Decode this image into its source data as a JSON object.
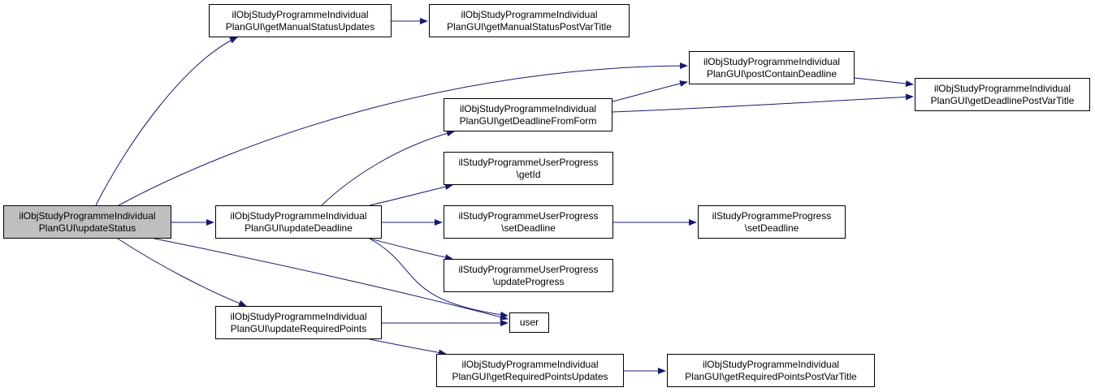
{
  "colors": {
    "edge": "#191970",
    "node_border": "#000000",
    "root_fill": "#bfbfbf",
    "node_fill": "#ffffff"
  },
  "nodes": {
    "root": {
      "line1": "ilObjStudyProgrammeIndividual",
      "line2": "PlanGUI\\updateStatus"
    },
    "gmsu": {
      "line1": "ilObjStudyProgrammeIndividual",
      "line2": "PlanGUI\\getManualStatusUpdates"
    },
    "gmspv": {
      "line1": "ilObjStudyProgrammeIndividual",
      "line2": "PlanGUI\\getManualStatusPostVarTitle"
    },
    "pcd": {
      "line1": "ilObjStudyProgrammeIndividual",
      "line2": "PlanGUI\\postContainDeadline"
    },
    "gdpv": {
      "line1": "ilObjStudyProgrammeIndividual",
      "line2": "PlanGUI\\getDeadlinePostVarTitle"
    },
    "gdff": {
      "line1": "ilObjStudyProgrammeIndividual",
      "line2": "PlanGUI\\getDeadlineFromForm"
    },
    "getid": {
      "line1": "ilStudyProgrammeUserProgress",
      "line2": "\\getId"
    },
    "ud": {
      "line1": "ilObjStudyProgrammeIndividual",
      "line2": "PlanGUI\\updateDeadline"
    },
    "usd": {
      "line1": "ilStudyProgrammeUserProgress",
      "line2": "\\setDeadline"
    },
    "psd": {
      "line1": "ilStudyProgrammeProgress",
      "line2": "\\setDeadline"
    },
    "up": {
      "line1": "ilStudyProgrammeUserProgress",
      "line2": "\\updateProgress"
    },
    "user": {
      "line1": "user"
    },
    "urp": {
      "line1": "ilObjStudyProgrammeIndividual",
      "line2": "PlanGUI\\updateRequiredPoints"
    },
    "grpu": {
      "line1": "ilObjStudyProgrammeIndividual",
      "line2": "PlanGUI\\getRequiredPointsUpdates"
    },
    "grppv": {
      "line1": "ilObjStudyProgrammeIndividual",
      "line2": "PlanGUI\\getRequiredPointsPostVarTitle"
    }
  },
  "edges": [
    {
      "from": "root",
      "to": "gmsu"
    },
    {
      "from": "root",
      "to": "pcd"
    },
    {
      "from": "root",
      "to": "ud"
    },
    {
      "from": "root",
      "to": "user"
    },
    {
      "from": "root",
      "to": "urp"
    },
    {
      "from": "gmsu",
      "to": "gmspv"
    },
    {
      "from": "pcd",
      "to": "gdpv"
    },
    {
      "from": "gdff",
      "to": "pcd"
    },
    {
      "from": "gdff",
      "to": "gdpv"
    },
    {
      "from": "ud",
      "to": "gdff"
    },
    {
      "from": "ud",
      "to": "getid"
    },
    {
      "from": "ud",
      "to": "usd"
    },
    {
      "from": "ud",
      "to": "up"
    },
    {
      "from": "ud",
      "to": "user"
    },
    {
      "from": "usd",
      "to": "psd"
    },
    {
      "from": "urp",
      "to": "user"
    },
    {
      "from": "urp",
      "to": "grpu"
    },
    {
      "from": "grpu",
      "to": "grppv"
    }
  ]
}
